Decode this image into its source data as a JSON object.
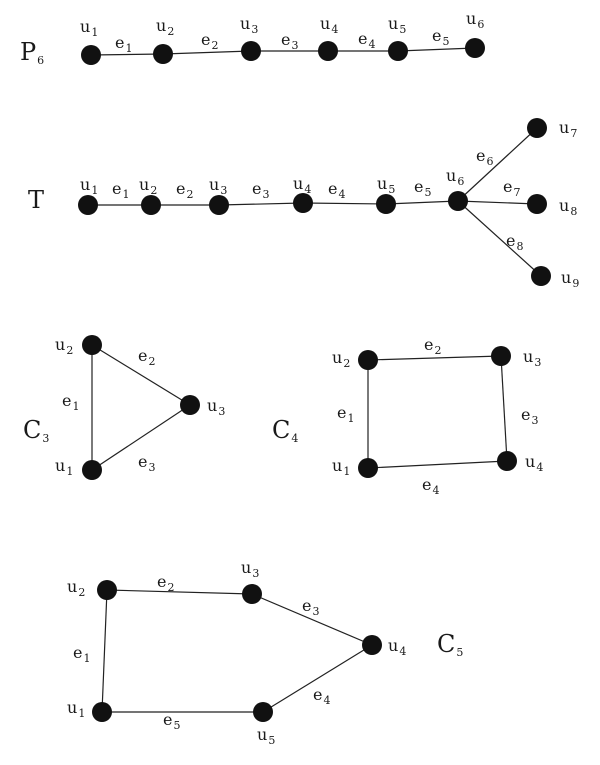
{
  "graphs": [
    {
      "id": "p6",
      "name": {
        "base": "P",
        "sub": "6"
      },
      "nodes": [
        {
          "id": "u1",
          "base": "u",
          "sub": "1"
        },
        {
          "id": "u2",
          "base": "u",
          "sub": "2"
        },
        {
          "id": "u3",
          "base": "u",
          "sub": "3"
        },
        {
          "id": "u4",
          "base": "u",
          "sub": "4"
        },
        {
          "id": "u5",
          "base": "u",
          "sub": "5"
        },
        {
          "id": "u6",
          "base": "u",
          "sub": "6"
        }
      ],
      "edges": [
        {
          "from": "u1",
          "to": "u2",
          "base": "e",
          "sub": "1"
        },
        {
          "from": "u2",
          "to": "u3",
          "base": "e",
          "sub": "2"
        },
        {
          "from": "u3",
          "to": "u4",
          "base": "e",
          "sub": "3"
        },
        {
          "from": "u4",
          "to": "u5",
          "base": "e",
          "sub": "4"
        },
        {
          "from": "u5",
          "to": "u6",
          "base": "e",
          "sub": "5"
        }
      ]
    },
    {
      "id": "t",
      "name": {
        "base": "T",
        "sub": ""
      },
      "nodes": [
        {
          "id": "u1",
          "base": "u",
          "sub": "1"
        },
        {
          "id": "u2",
          "base": "u",
          "sub": "2"
        },
        {
          "id": "u3",
          "base": "u",
          "sub": "3"
        },
        {
          "id": "u4",
          "base": "u",
          "sub": "4"
        },
        {
          "id": "u5",
          "base": "u",
          "sub": "5"
        },
        {
          "id": "u6",
          "base": "u",
          "sub": "6"
        },
        {
          "id": "u7",
          "base": "u",
          "sub": "7"
        },
        {
          "id": "u8",
          "base": "u",
          "sub": "8"
        },
        {
          "id": "u9",
          "base": "u",
          "sub": "9"
        }
      ],
      "edges": [
        {
          "from": "u1",
          "to": "u2",
          "base": "e",
          "sub": "1"
        },
        {
          "from": "u2",
          "to": "u3",
          "base": "e",
          "sub": "2"
        },
        {
          "from": "u3",
          "to": "u4",
          "base": "e",
          "sub": "3"
        },
        {
          "from": "u4",
          "to": "u5",
          "base": "e",
          "sub": "4"
        },
        {
          "from": "u5",
          "to": "u6",
          "base": "e",
          "sub": "5"
        },
        {
          "from": "u6",
          "to": "u7",
          "base": "e",
          "sub": "6"
        },
        {
          "from": "u6",
          "to": "u8",
          "base": "e",
          "sub": "7"
        },
        {
          "from": "u6",
          "to": "u9",
          "base": "e",
          "sub": "8"
        }
      ]
    },
    {
      "id": "c3",
      "name": {
        "base": "C",
        "sub": "3"
      },
      "nodes": [
        {
          "id": "u1",
          "base": "u",
          "sub": "1"
        },
        {
          "id": "u2",
          "base": "u",
          "sub": "2"
        },
        {
          "id": "u3",
          "base": "u",
          "sub": "3"
        }
      ],
      "edges": [
        {
          "from": "u1",
          "to": "u2",
          "base": "e",
          "sub": "1"
        },
        {
          "from": "u2",
          "to": "u3",
          "base": "e",
          "sub": "2"
        },
        {
          "from": "u3",
          "to": "u1",
          "base": "e",
          "sub": "3"
        }
      ]
    },
    {
      "id": "c4",
      "name": {
        "base": "C",
        "sub": "4"
      },
      "nodes": [
        {
          "id": "u1",
          "base": "u",
          "sub": "1"
        },
        {
          "id": "u2",
          "base": "u",
          "sub": "2"
        },
        {
          "id": "u3",
          "base": "u",
          "sub": "3"
        },
        {
          "id": "u4",
          "base": "u",
          "sub": "4"
        }
      ],
      "edges": [
        {
          "from": "u1",
          "to": "u2",
          "base": "e",
          "sub": "1"
        },
        {
          "from": "u2",
          "to": "u3",
          "base": "e",
          "sub": "2"
        },
        {
          "from": "u3",
          "to": "u4",
          "base": "e",
          "sub": "3"
        },
        {
          "from": "u4",
          "to": "u1",
          "base": "e",
          "sub": "4"
        }
      ]
    },
    {
      "id": "c5",
      "name": {
        "base": "C",
        "sub": "5"
      },
      "nodes": [
        {
          "id": "u1",
          "base": "u",
          "sub": "1"
        },
        {
          "id": "u2",
          "base": "u",
          "sub": "2"
        },
        {
          "id": "u3",
          "base": "u",
          "sub": "3"
        },
        {
          "id": "u4",
          "base": "u",
          "sub": "4"
        },
        {
          "id": "u5",
          "base": "u",
          "sub": "5"
        }
      ],
      "edges": [
        {
          "from": "u1",
          "to": "u2",
          "base": "e",
          "sub": "1"
        },
        {
          "from": "u2",
          "to": "u3",
          "base": "e",
          "sub": "2"
        },
        {
          "from": "u3",
          "to": "u4",
          "base": "e",
          "sub": "3"
        },
        {
          "from": "u4",
          "to": "u5",
          "base": "e",
          "sub": "4"
        },
        {
          "from": "u5",
          "to": "u1",
          "base": "e",
          "sub": "5"
        }
      ]
    }
  ]
}
